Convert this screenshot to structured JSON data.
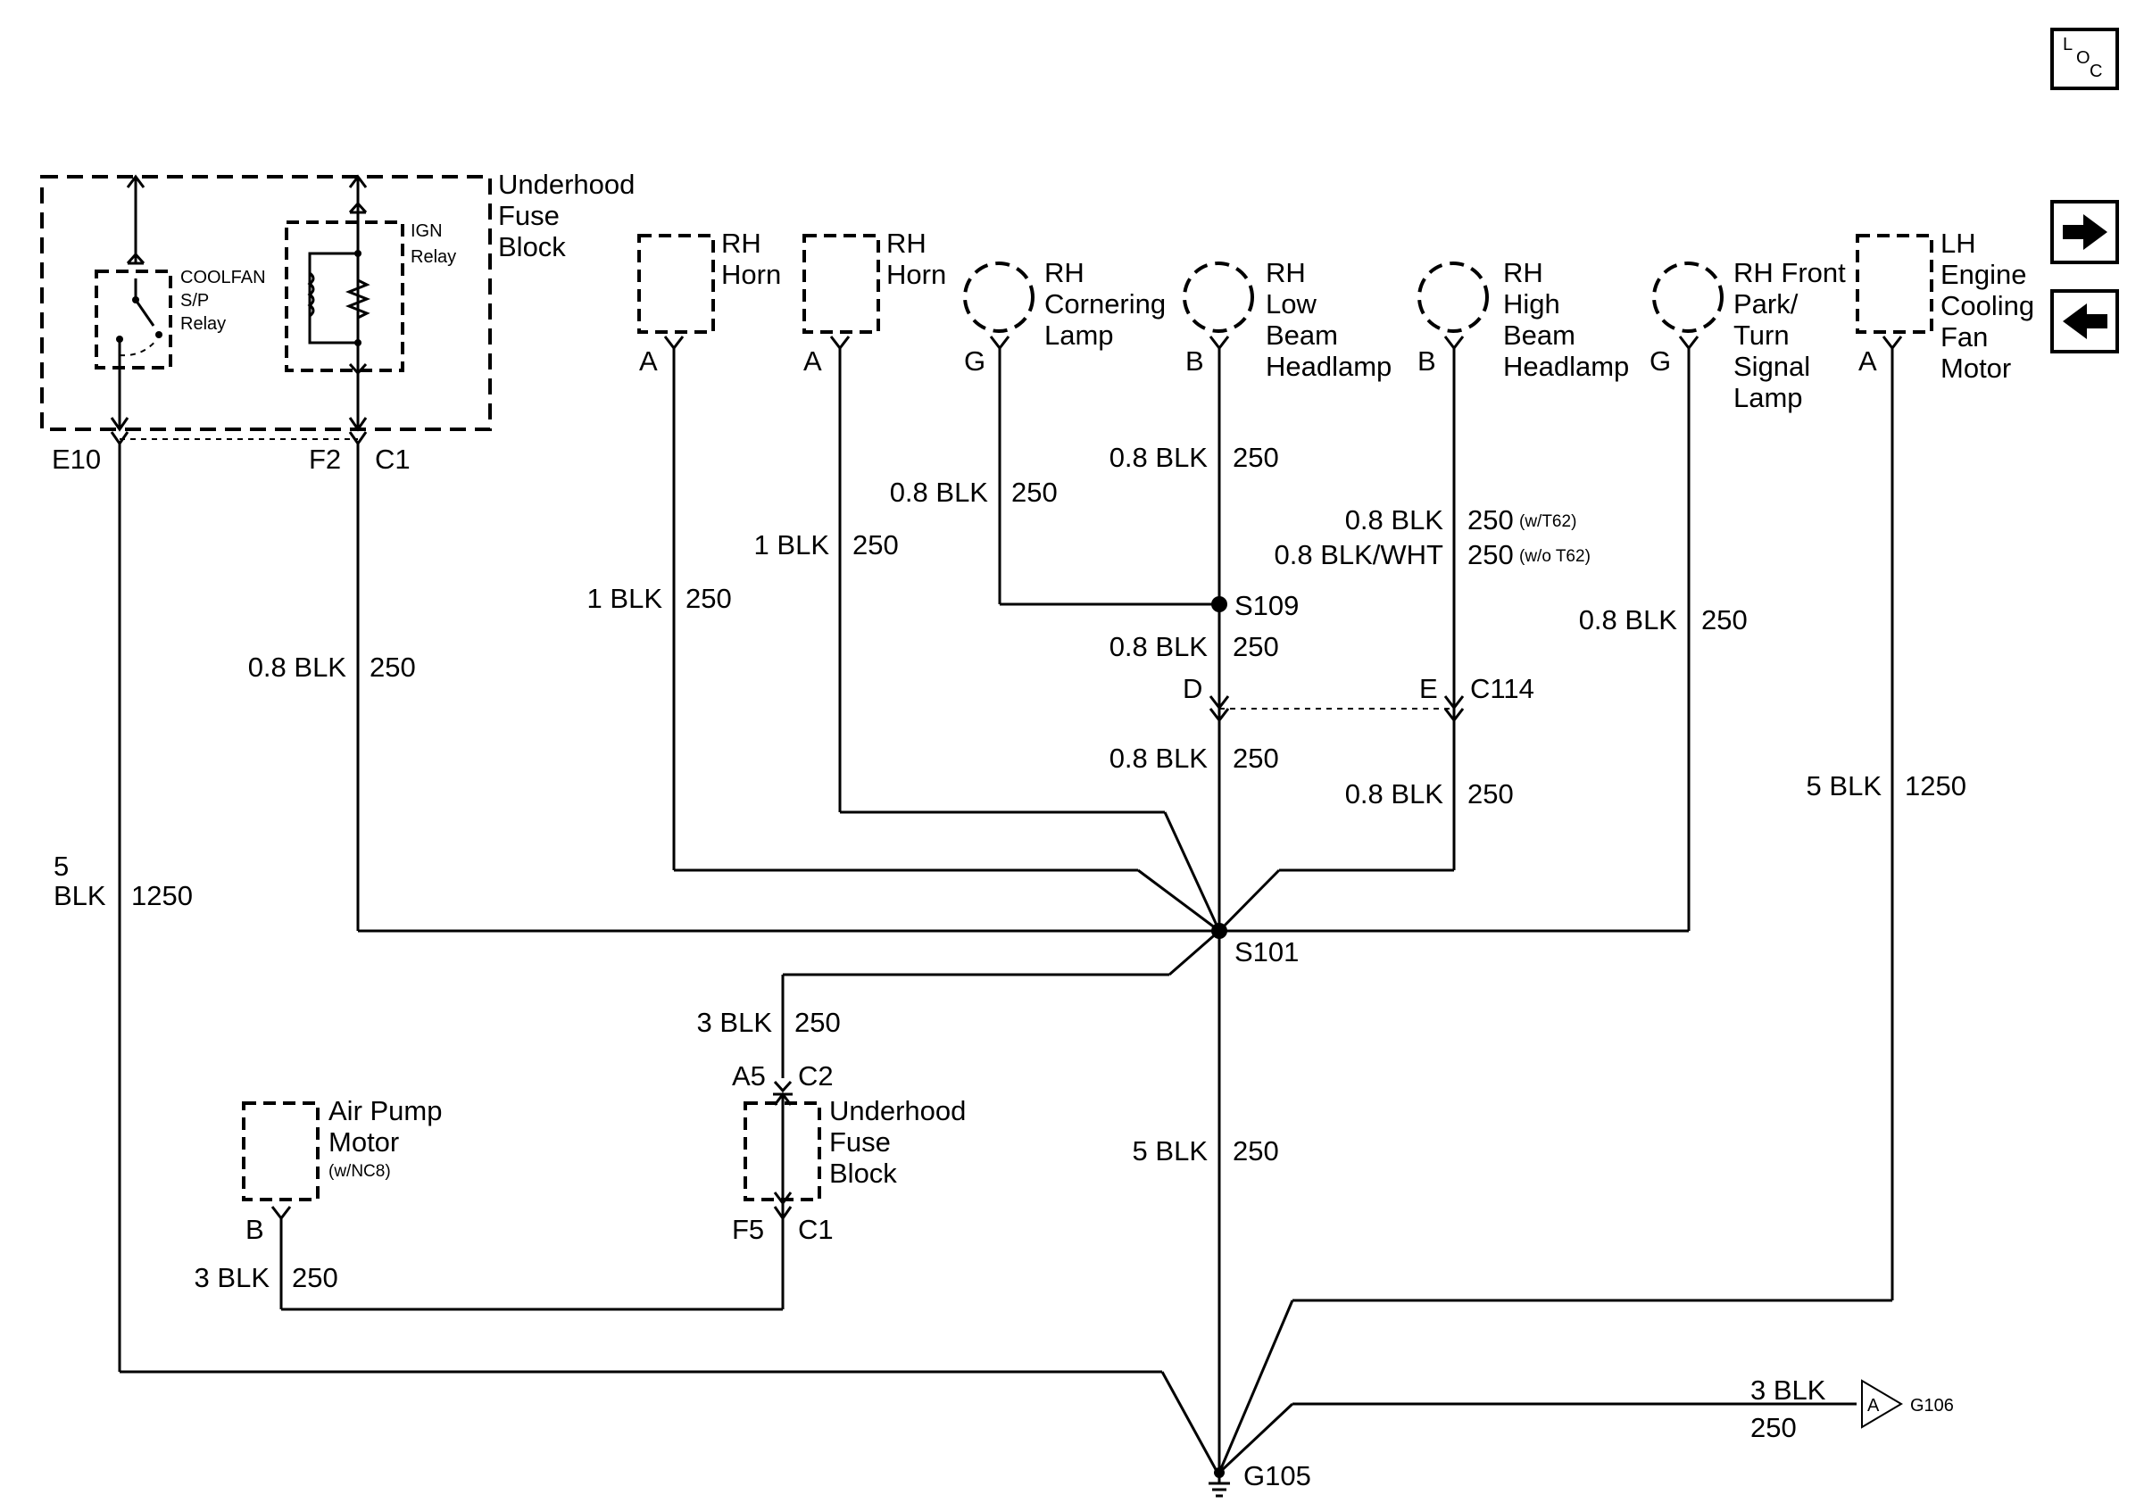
{
  "nav": {
    "loc_label": [
      "L",
      "O",
      "C"
    ],
    "next_arrow": "right-arrow",
    "prev_arrow": "left-arrow"
  },
  "components": {
    "uhfb_top": [
      "Underhood",
      "Fuse",
      "Block"
    ],
    "coolfan_relay": [
      "COOLFAN",
      "S/P",
      "Relay"
    ],
    "ign_relay": [
      "IGN",
      "Relay"
    ],
    "rh_horn_1": [
      "RH",
      "Horn"
    ],
    "rh_horn_2": [
      "RH",
      "Horn"
    ],
    "rh_cornering_lamp": [
      "RH",
      "Cornering",
      "Lamp"
    ],
    "rh_low_beam": [
      "RH",
      "Low",
      "Beam",
      "Headlamp"
    ],
    "rh_high_beam": [
      "RH",
      "High",
      "Beam",
      "Headlamp"
    ],
    "rh_front_park": [
      "RH Front",
      "Park/",
      "Turn",
      "Signal",
      "Lamp"
    ],
    "lh_fan_motor": [
      "LH",
      "Engine",
      "Cooling",
      "Fan",
      "Motor"
    ],
    "air_pump_motor": [
      "Air Pump",
      "Motor",
      "(w/NC8)"
    ],
    "uhfb_bottom": [
      "Underhood",
      "Fuse",
      "Block"
    ]
  },
  "pins": {
    "e10": "E10",
    "f2": "F2",
    "c1_top": "C1",
    "horn1_a": "A",
    "horn2_a": "A",
    "corner_g": "G",
    "low_b": "B",
    "high_b": "B",
    "park_g": "G",
    "fan_a": "A",
    "c114_d": "D",
    "c114_e": "E",
    "c114": "C114",
    "a5": "A5",
    "c2": "C2",
    "f5": "F5",
    "c1_bottom": "C1",
    "air_b": "B"
  },
  "wires": {
    "corner_size": "0.8 BLK",
    "corner_circuit": "250",
    "low_size": "0.8 BLK",
    "low_circuit": "250",
    "high_size_1": "0.8 BLK",
    "high_circuit_1": "250",
    "high_note_1": "(w/T62)",
    "high_size_2": "0.8 BLK/WHT",
    "high_circuit_2": "250",
    "high_note_2": "(w/o T62)",
    "horn2_size": "1 BLK",
    "horn2_circuit": "250",
    "horn1_size": "1 BLK",
    "horn1_circuit": "250",
    "f2_size": "0.8 BLK",
    "f2_circuit": "250",
    "park_size": "0.8 BLK",
    "park_circuit": "250",
    "s109_size": "0.8 BLK",
    "s109_circuit": "250",
    "d_size": "0.8 BLK",
    "d_circuit": "250",
    "e_size": "0.8 BLK",
    "e_circuit": "250",
    "fan_size": "5 BLK",
    "fan_circuit": "1250",
    "e10_size_a": "5",
    "e10_size_b": "BLK",
    "e10_circuit": "1250",
    "c2_size": "3 BLK",
    "c2_circuit": "250",
    "main_size": "5 BLK",
    "main_circuit": "250",
    "air_size": "3 BLK",
    "air_circuit": "250",
    "g106_size": "3 BLK",
    "g106_circuit": "250"
  },
  "splices": {
    "s109": "S109",
    "s101": "S101"
  },
  "grounds": {
    "g105": "G105",
    "g106": "G106",
    "g106_ref": "A"
  }
}
